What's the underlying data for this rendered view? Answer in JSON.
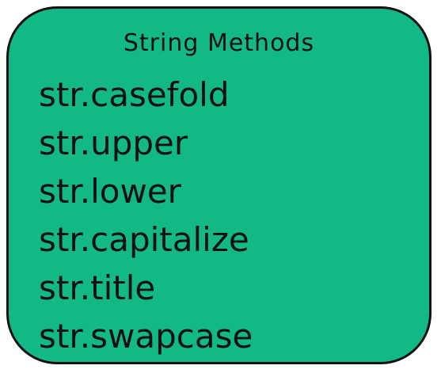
{
  "title": "String Methods",
  "methods": [
    "str.casefold",
    "str.upper",
    "str.lower",
    "str.capitalize",
    "str.title",
    "str.swapcase"
  ],
  "colors": {
    "card_fill": "#12b886",
    "card_border": "#111111",
    "text": "#111111",
    "background": "#ffffff"
  }
}
